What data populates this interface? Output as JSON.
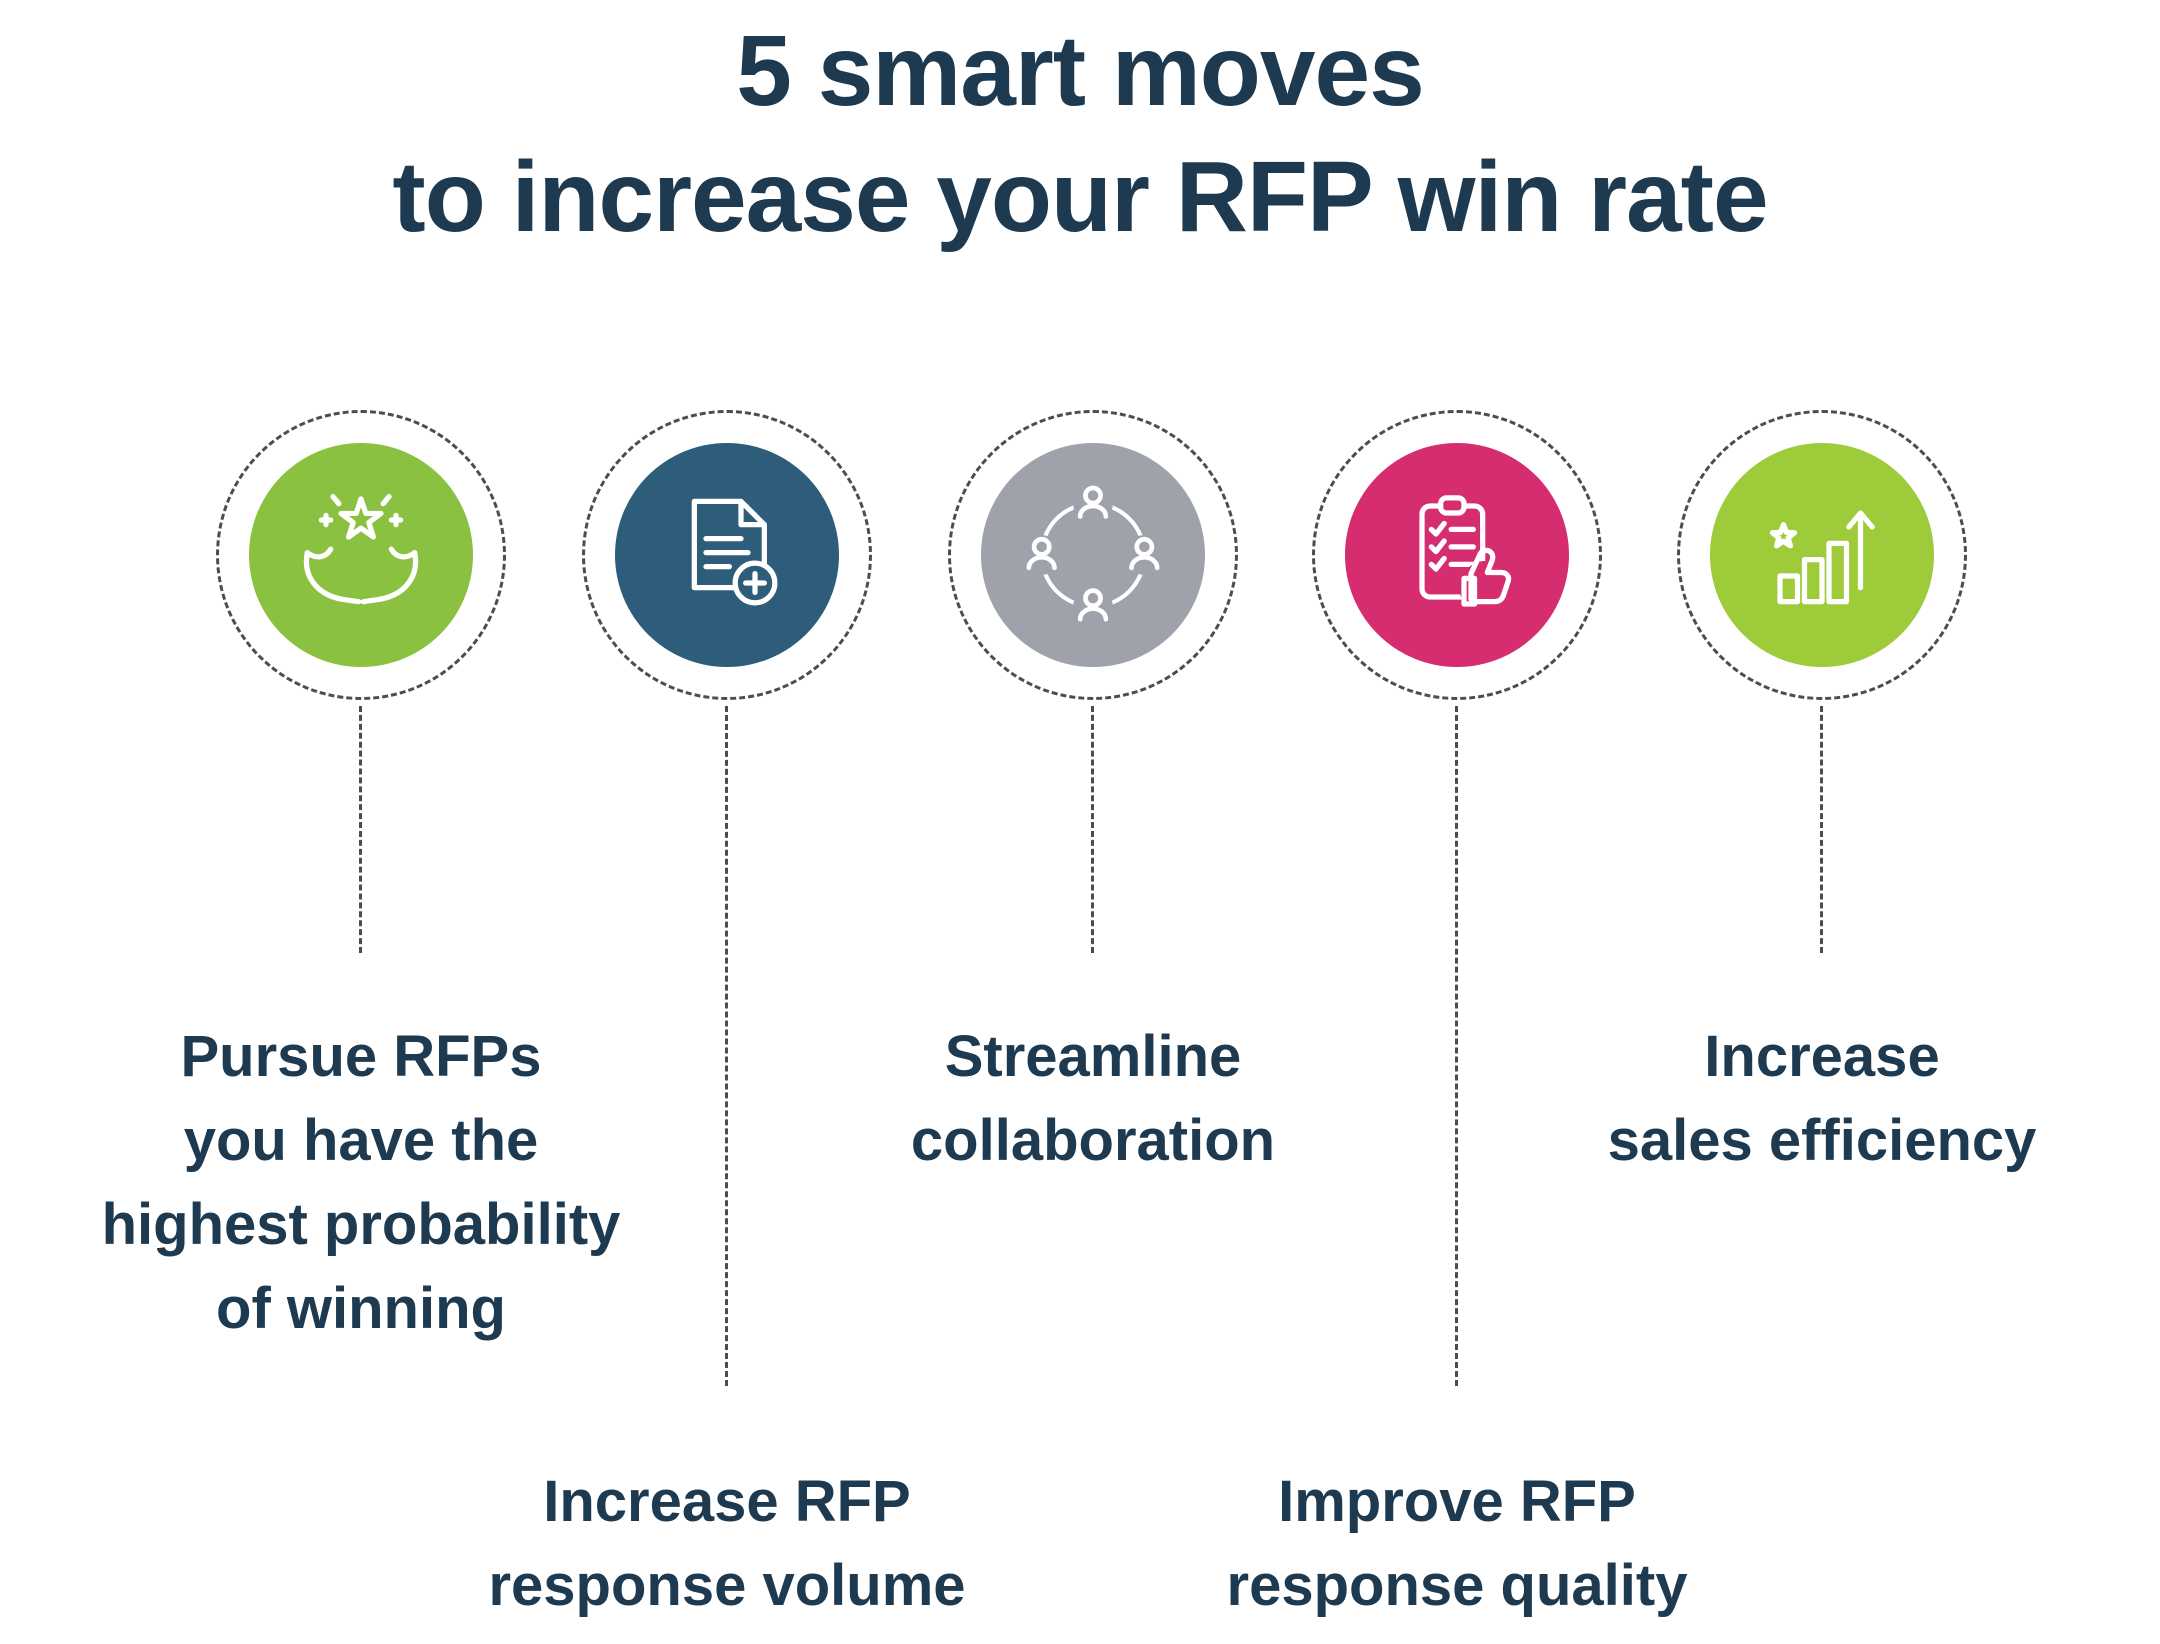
{
  "title": {
    "line1": "5 smart moves",
    "line2": "to increase your RFP win rate"
  },
  "steps": [
    {
      "label": "Pursue RFPs\nyou have the\nhighest probability\nof winning",
      "icon": "hands-star-icon",
      "color": "#8bc140",
      "connector": "short"
    },
    {
      "label": "Increase RFP\nresponse volume",
      "icon": "document-add-icon",
      "color": "#2d5d7b",
      "connector": "long"
    },
    {
      "label": "Streamline\ncollaboration",
      "icon": "collaboration-icon",
      "color": "#9fa2ab",
      "connector": "short"
    },
    {
      "label": "Improve RFP\nresponse quality",
      "icon": "checklist-thumbsup-icon",
      "color": "#d62d71",
      "connector": "long"
    },
    {
      "label": "Increase\nsales efficiency",
      "icon": "growth-chart-icon",
      "color": "#9ecb3a",
      "connector": "short"
    }
  ],
  "colors": {
    "heading": "#1e3a50",
    "label": "#1e3a50",
    "dash": "#4d4d4d",
    "background": "#ffffff",
    "icon_stroke": "#ffffff"
  }
}
